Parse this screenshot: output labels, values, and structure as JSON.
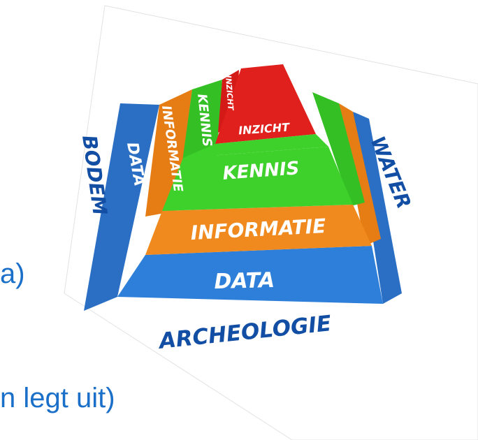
{
  "slide": {
    "line1_fragment": "a)",
    "line2_fragment": "n legt uit)"
  },
  "pyramid": {
    "tiers": {
      "data": "DATA",
      "informatie": "INFORMATIE",
      "kennis": "KENNIS",
      "inzicht": "INZICHT"
    },
    "side_labels": {
      "data": "DATA",
      "informatie": "INFORMATIE",
      "kennis": "KENNIS",
      "inzicht": "INZICHT"
    },
    "outer_labels": {
      "left": "BODEM",
      "right": "WATER",
      "bottom": "ARCHEOLOGIE"
    },
    "colors": {
      "data": "#2e7fd9",
      "informatie": "#f08a1e",
      "kennis": "#3fd12b",
      "inzicht": "#e0201c",
      "outer_text": "#124ea3"
    }
  }
}
